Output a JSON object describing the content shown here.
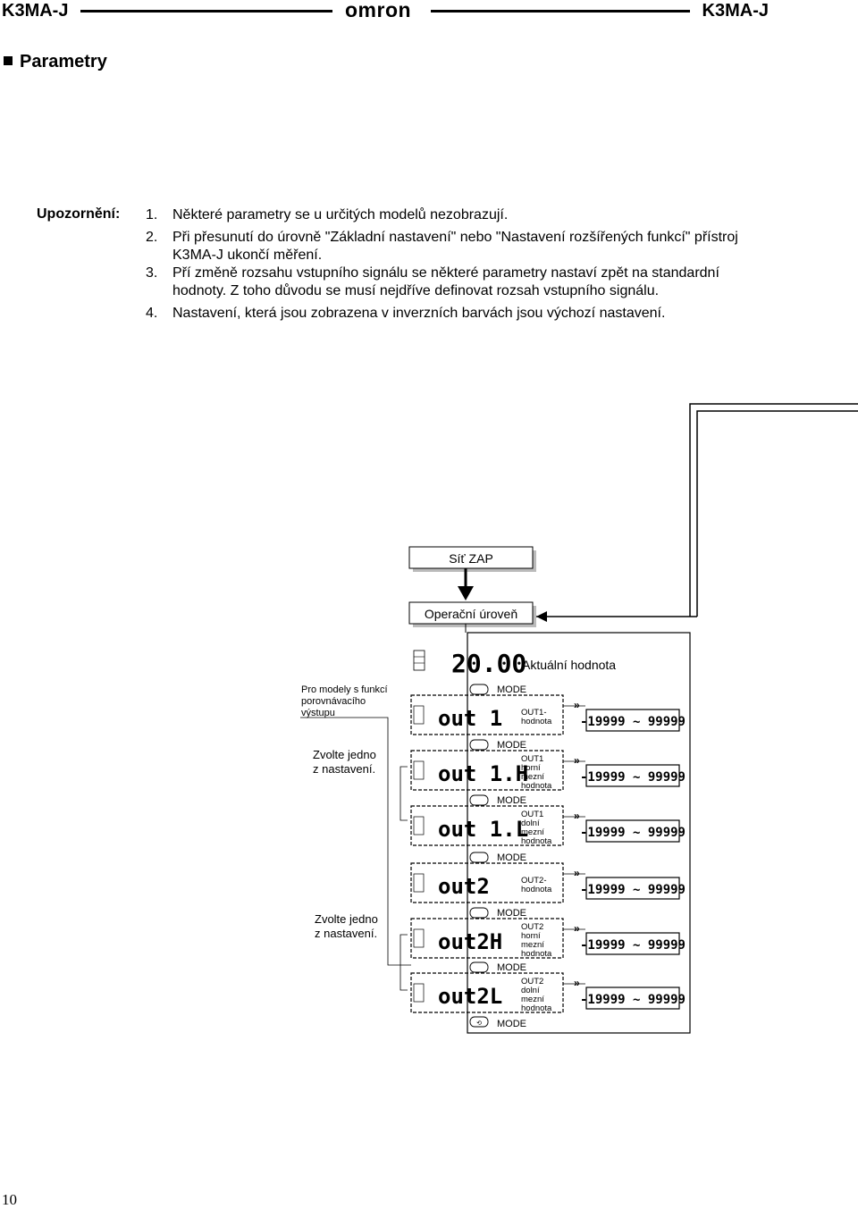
{
  "header": {
    "left": "K3MA-J",
    "logo": "omron",
    "right": "K3MA-J"
  },
  "section_title": "Parametry",
  "notes": {
    "label": "Upozornění:",
    "items": [
      {
        "num": "1.",
        "line1": "Některé parametry se u určitých modelů nezobrazují.",
        "line2": ""
      },
      {
        "num": "2.",
        "line1": "Při přesunutí do úrovně \"Základní nastavení\" nebo \"Nastavení rozšířených funkcí\" přístroj",
        "line2": "K3MA-J ukončí měření."
      },
      {
        "num": "3.",
        "line1": "Pří změně rozsahu vstupního signálu se některé parametry nastaví zpět na standardní",
        "line2": "hodnoty. Z toho důvodu se musí nejdříve definovat rozsah vstupního signálu."
      },
      {
        "num": "4.",
        "line1": "Nastavení, která jsou zobrazena v inverzních barvách jsou výchozí nastavení.",
        "line2": ""
      }
    ]
  },
  "diagram": {
    "power_on": "Síť ZAP",
    "operation_level": "Operační úroveň",
    "main_display": "20.00",
    "current_value": "Aktuální hodnota",
    "comparison_note": [
      "Pro modely s funkcí",
      "porovnávacího",
      "výstupu"
    ],
    "choose_one": [
      "Zvolte jedno",
      "z nastavení."
    ],
    "mode_label": "MODE",
    "range": "-19999 ~ 99999",
    "params": [
      {
        "display": "out 1",
        "desc": [
          "OUT1-",
          "hodnota"
        ]
      },
      {
        "display": "out 1.H",
        "desc": [
          "OUT1",
          "horní",
          "mezní",
          "hodnota"
        ]
      },
      {
        "display": "out 1.L",
        "desc": [
          "OUT1",
          "dolní",
          "mezní",
          "hodnota"
        ]
      },
      {
        "display": "out2",
        "desc": [
          "OUT2-",
          "hodnota"
        ]
      },
      {
        "display": "out2H",
        "desc": [
          "OUT2",
          "horní",
          "mezní",
          "hodnota"
        ]
      },
      {
        "display": "out2L",
        "desc": [
          "OUT2",
          "dolní",
          "mezní",
          "hodnota"
        ]
      }
    ]
  },
  "page_number": "10"
}
